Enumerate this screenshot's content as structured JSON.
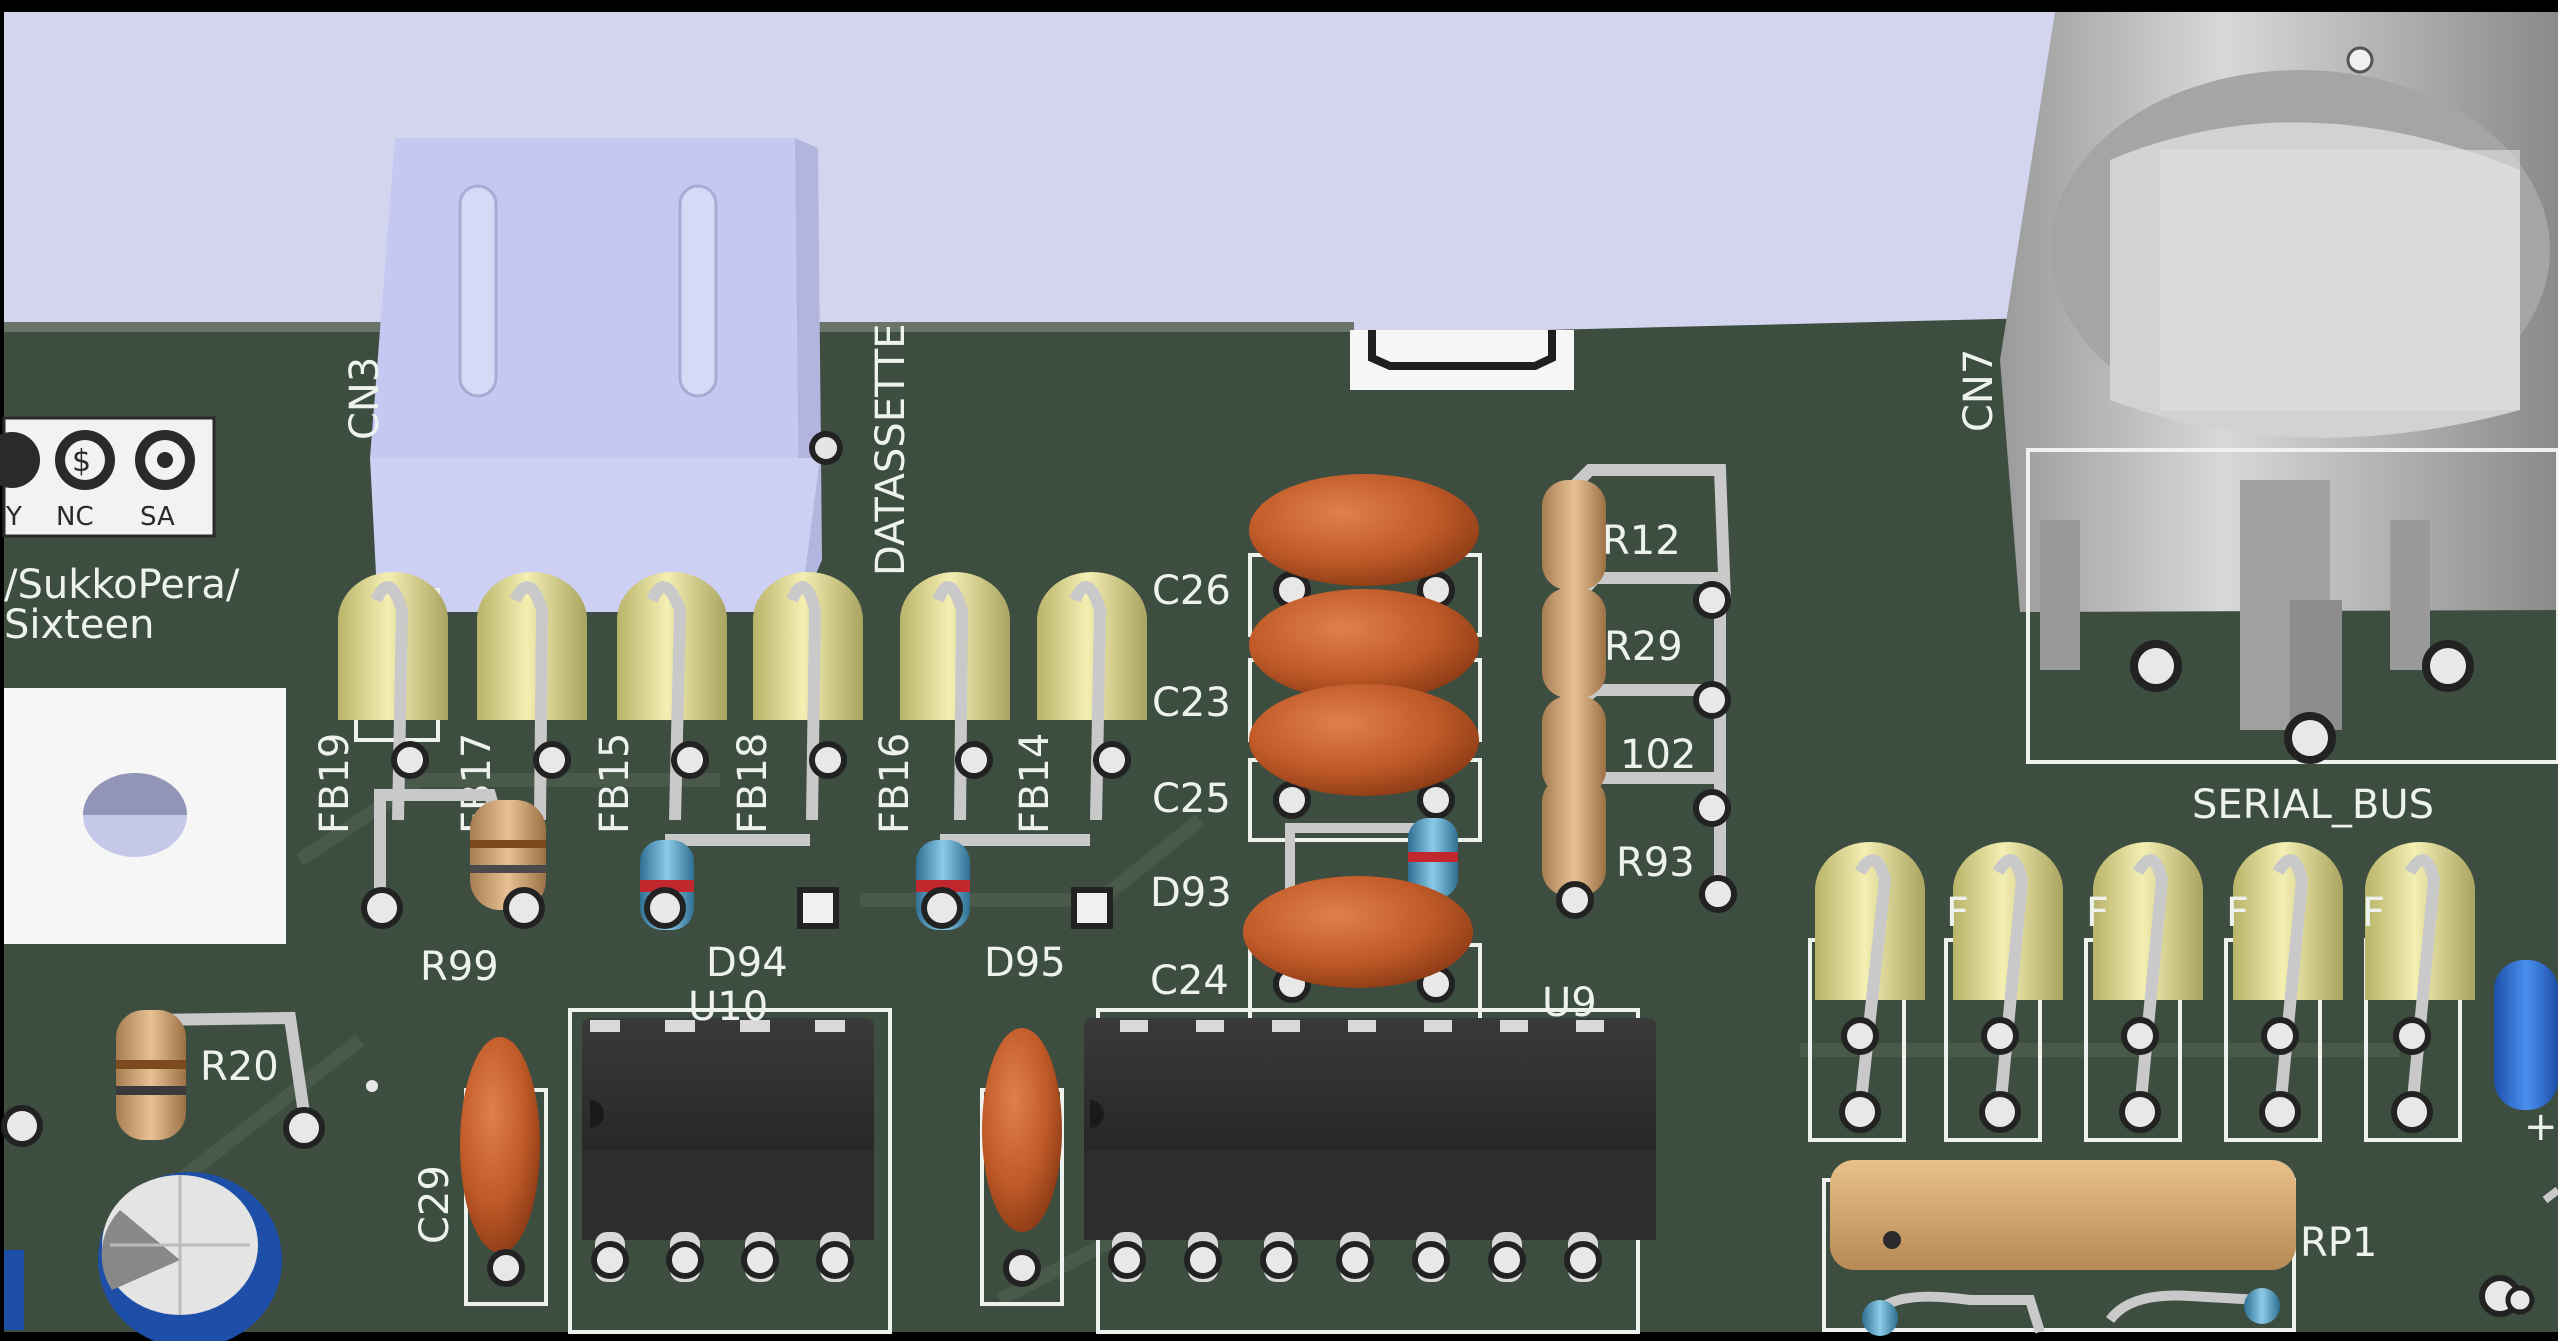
{
  "viewer": {
    "title": ""
  },
  "board": {
    "color": "#3f4f42",
    "background": "#cfd2ee",
    "copper_pad_color": "#e8e8e8"
  },
  "silkscreen": {
    "repo_path_line1": "/SukkoPera/",
    "repo_path_line2": "Sixteen",
    "license_labels": [
      "Y",
      "NC",
      "SA"
    ],
    "cn3": "CN3",
    "datassette": "DATASSETTE",
    "cn7": "CN7",
    "serial_bus": "SERIAL_BUS",
    "fb19": "FB19",
    "fb17": "FB17",
    "fb15": "FB15",
    "fb18": "FB18",
    "fb16": "FB16",
    "fb14": "FB14",
    "r99": "R99",
    "d94": "D94",
    "d95": "D95",
    "u10": "U10",
    "u9": "U9",
    "c26": "C26",
    "c23": "C23",
    "c25": "C25",
    "d93": "D93",
    "c24": "C24",
    "r12": "R12",
    "r29": "R29",
    "r102": "102",
    "r93": "R93",
    "r20": "R20",
    "c29": "C29",
    "rp1": "RP1",
    "ferrite_partial": [
      "F",
      "F",
      "F",
      "F"
    ],
    "plus_sign": "+"
  },
  "colors": {
    "ferrite": "#e6e09a",
    "ceramic_cap": "#c2602d",
    "resistor": "#d6a777",
    "ic_body": "#2a2a2a",
    "diode_glass": "#5a9fbf",
    "electrolytic": "#2a6ad0",
    "connector_body": "#c9ccef",
    "din_body": "#b6b6b6"
  }
}
